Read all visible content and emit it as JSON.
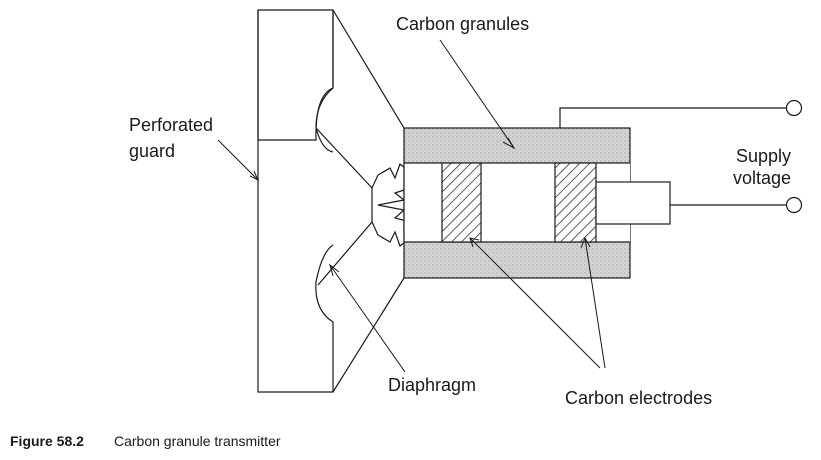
{
  "labels": {
    "carbon_granules": "Carbon granules",
    "perforated_line1": "Perforated",
    "perforated_line2": "guard",
    "supply_line1": "Supply",
    "supply_line2": "voltage",
    "diaphragm": "Diaphragm",
    "carbon_electrodes": "Carbon electrodes"
  },
  "caption": {
    "number": "Figure 58.2",
    "text": "Carbon granule transmitter"
  },
  "colors": {
    "ink": "#1a1a1a",
    "granule_fill": "#d9d9d9"
  }
}
